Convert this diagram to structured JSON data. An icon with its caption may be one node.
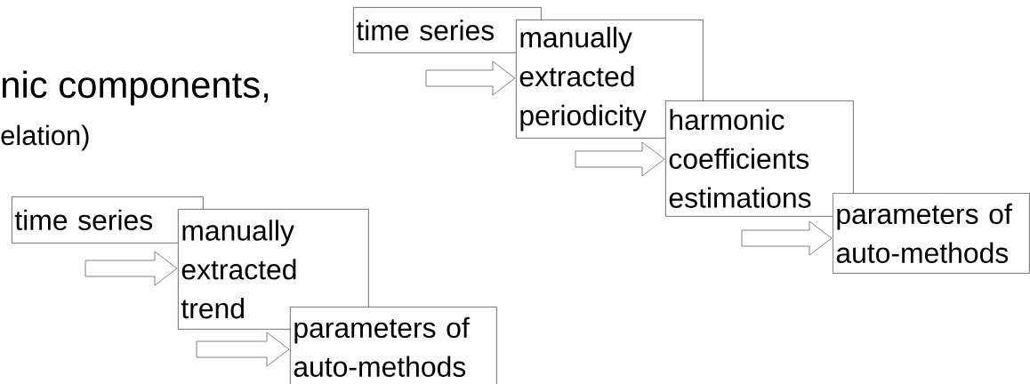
{
  "diagram": {
    "nodes": [
      {
        "text": [
          "time series"
        ]
      },
      {
        "text": [
          "manually extracted periodicity"
        ]
      },
      {
        "text": [
          "harmonic coefficients estimations"
        ]
      },
      {
        "text": [
          "parameters of auto-methods"
        ]
      },
      {
        "text": [
          "time series"
        ]
      },
      {
        "text": [
          "manually extracted trend"
        ]
      },
      {
        "text": [
          "parameters of auto-methods"
        ]
      }
    ],
    "edges": [
      {
        "from": null,
        "to": 1,
        "arrow": "to"
      },
      {
        "from": null,
        "to": 2,
        "arrow": "to"
      },
      {
        "from": null,
        "to": 3,
        "arrow": "to"
      },
      {
        "from": null,
        "to": 5,
        "arrow": "to"
      },
      {
        "from": null,
        "to": 6,
        "arrow": "to"
      }
    ],
    "labels": [
      "nic components,",
      "elation)"
    ]
  }
}
